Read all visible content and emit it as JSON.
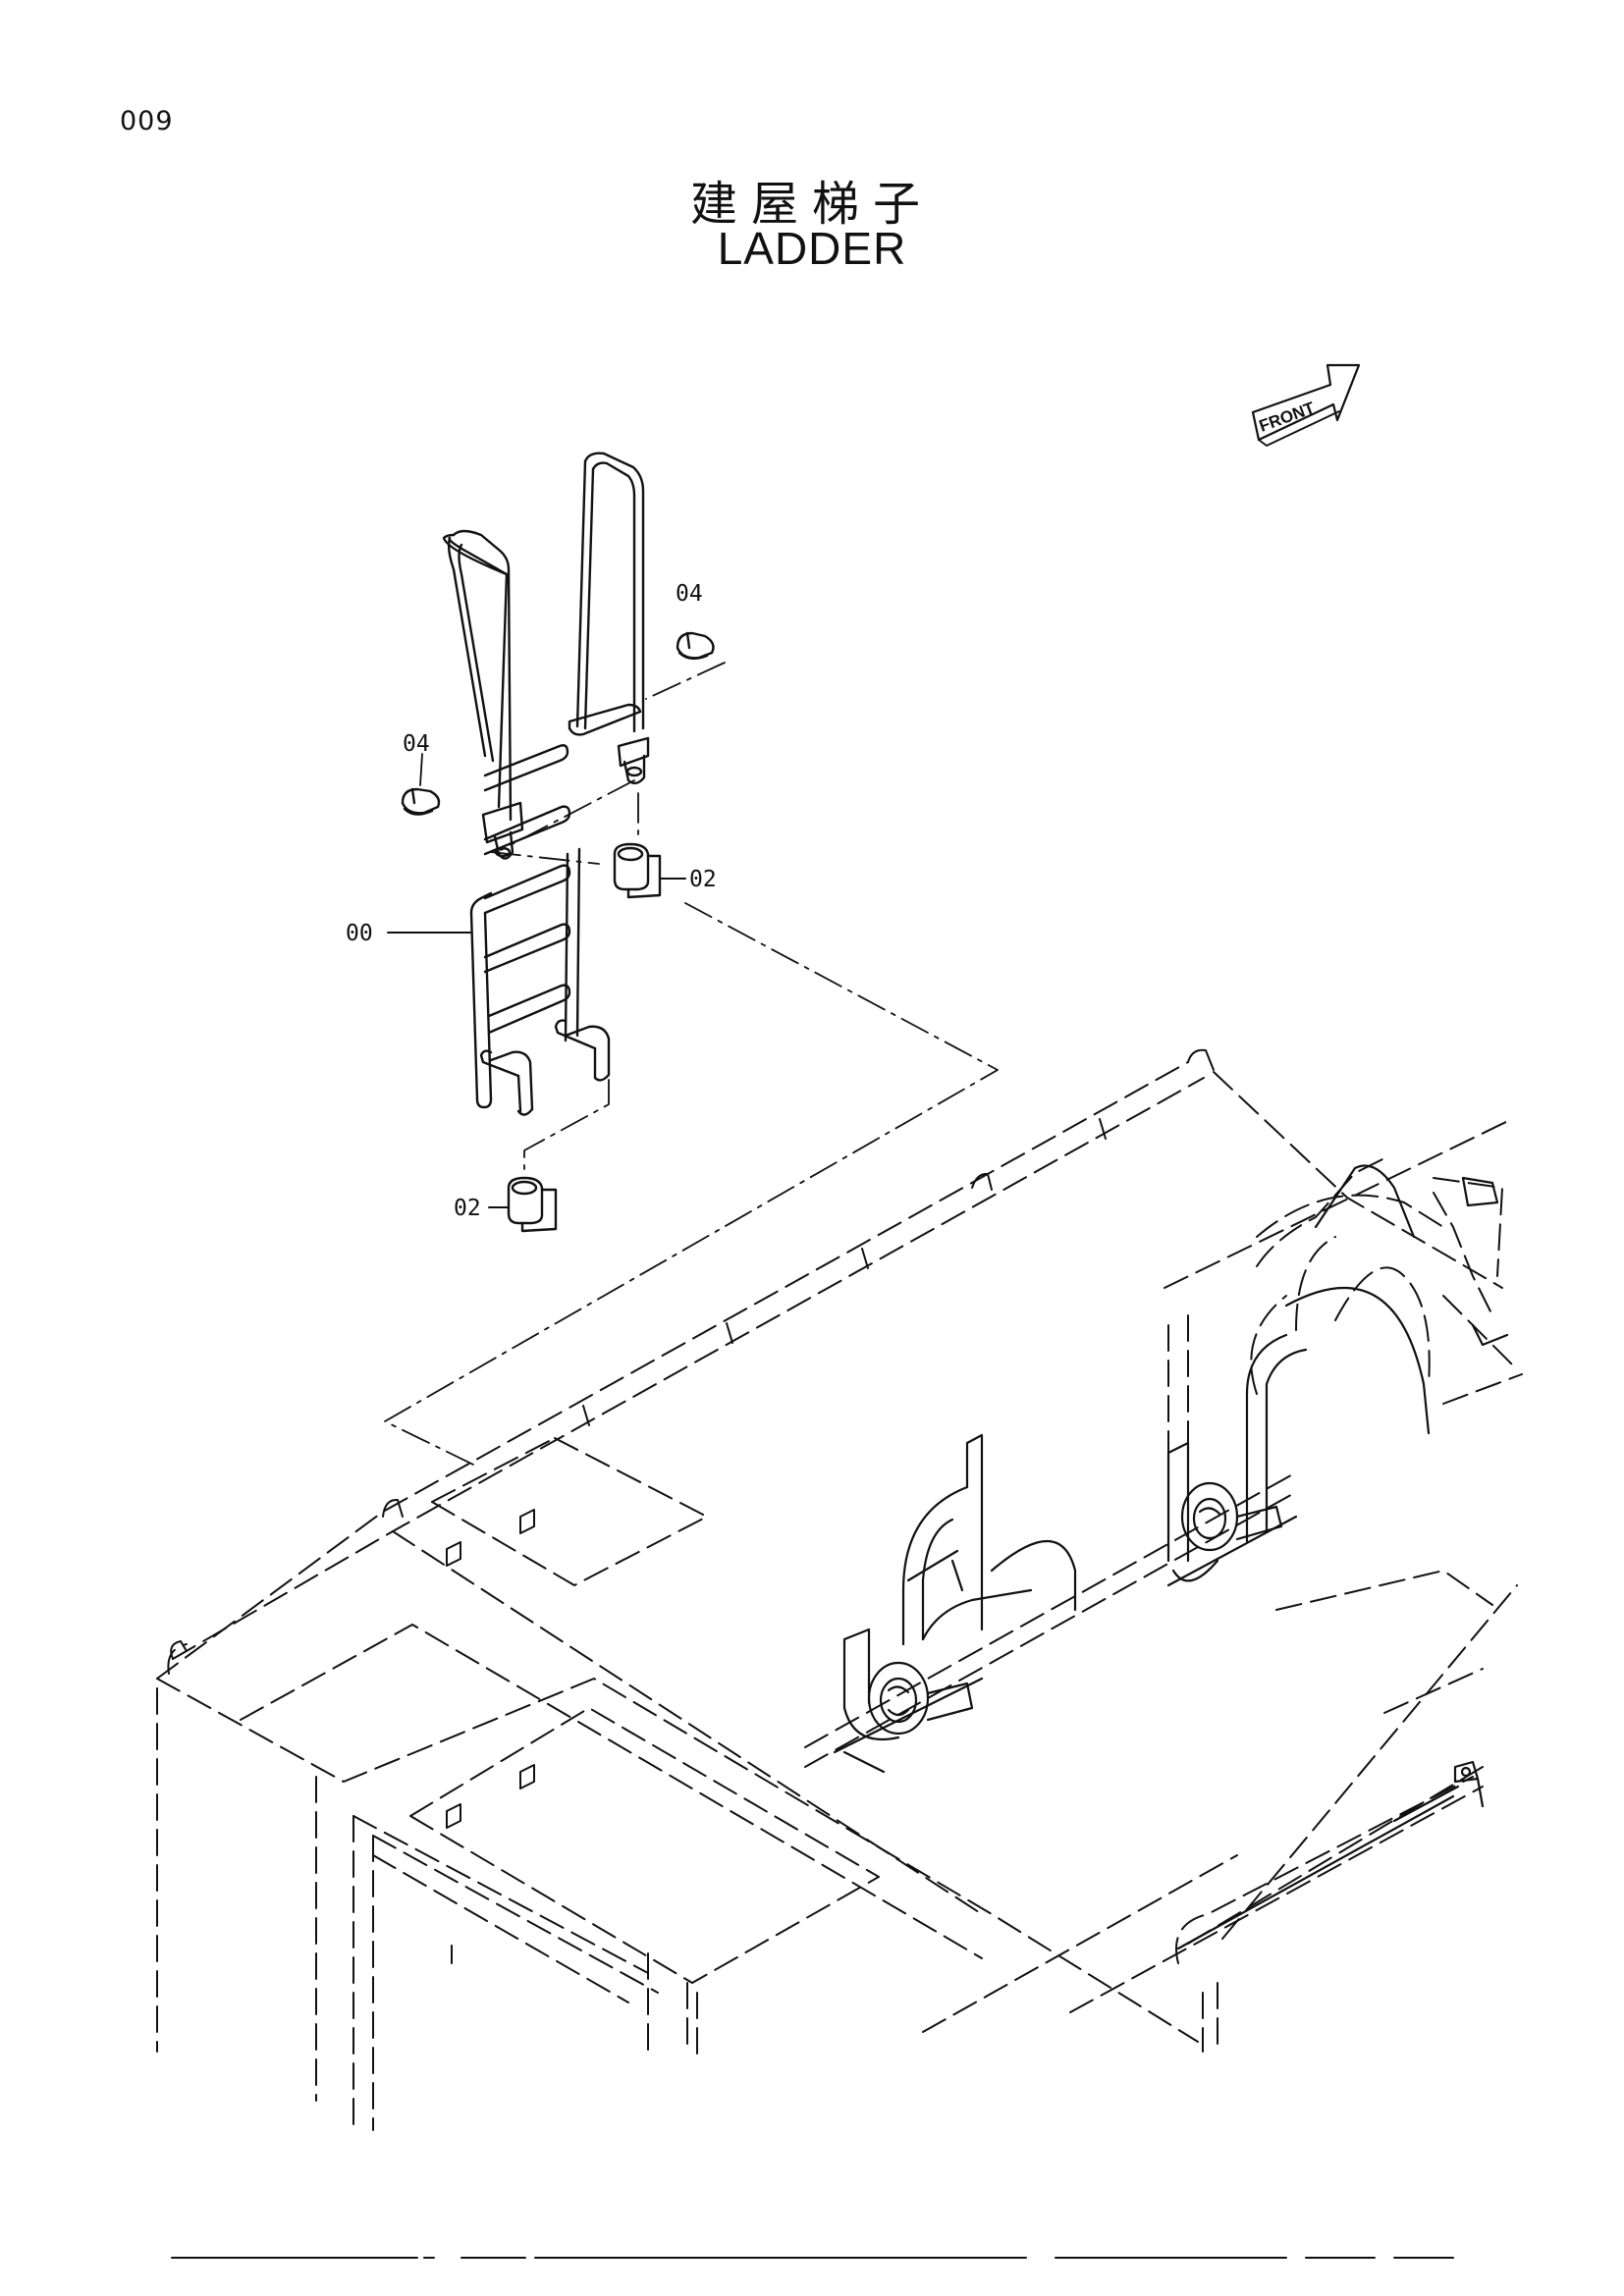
{
  "page": {
    "number": "009"
  },
  "title": {
    "chinese": "建屋梯子",
    "english": "LADDER"
  },
  "orientation": {
    "label": "FRONT",
    "icon": "front-arrow-icon"
  },
  "parts": [
    {
      "callout": "00"
    },
    {
      "callout": "02"
    },
    {
      "callout": "02"
    },
    {
      "callout": "04"
    },
    {
      "callout": "04"
    }
  ]
}
